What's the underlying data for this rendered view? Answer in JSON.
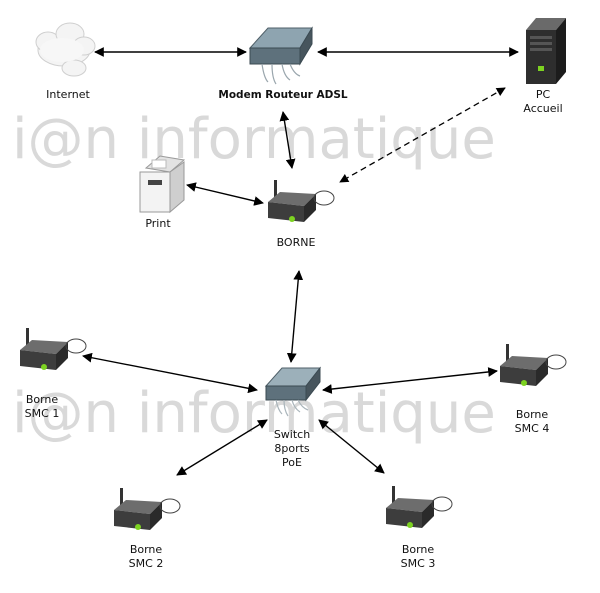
{
  "watermark": {
    "text": "i@n informatique"
  },
  "nodes": {
    "internet": {
      "label": "Internet",
      "icon": "cloud-icon"
    },
    "modem": {
      "label": "Modem Routeur ADSL",
      "icon": "router-icon"
    },
    "pc": {
      "lines": [
        "PC",
        "Accueil"
      ],
      "icon": "server-tower-icon"
    },
    "print": {
      "label": "Print",
      "icon": "printer-icon"
    },
    "borne": {
      "label": "BORNE",
      "icon": "access-point-icon"
    },
    "switch": {
      "lines": [
        "Switch",
        "8ports",
        "PoE"
      ],
      "icon": "switch-icon"
    },
    "smc1": {
      "lines": [
        "Borne",
        "SMC 1"
      ],
      "icon": "access-point-icon"
    },
    "smc2": {
      "lines": [
        "Borne",
        "SMC 2"
      ],
      "icon": "access-point-icon"
    },
    "smc3": {
      "lines": [
        "Borne",
        "SMC 3"
      ],
      "icon": "access-point-icon"
    },
    "smc4": {
      "lines": [
        "Borne",
        "SMC 4"
      ],
      "icon": "access-point-icon"
    }
  },
  "links": [
    {
      "from": "internet",
      "to": "modem",
      "style": "solid"
    },
    {
      "from": "modem",
      "to": "pc",
      "style": "solid"
    },
    {
      "from": "modem",
      "to": "borne",
      "style": "solid"
    },
    {
      "from": "pc",
      "to": "borne",
      "style": "dashed"
    },
    {
      "from": "print",
      "to": "borne",
      "style": "solid"
    },
    {
      "from": "borne",
      "to": "switch",
      "style": "solid"
    },
    {
      "from": "smc1",
      "to": "switch",
      "style": "solid"
    },
    {
      "from": "smc4",
      "to": "switch",
      "style": "solid"
    },
    {
      "from": "smc2",
      "to": "switch",
      "style": "solid"
    },
    {
      "from": "smc3",
      "to": "switch",
      "style": "solid"
    }
  ],
  "colors": {
    "line": "#000000",
    "device_body": "#4a4a4a",
    "led": "#7dd321",
    "switch_body": "#5b6f7a",
    "watermark": "#d9d9d9"
  }
}
